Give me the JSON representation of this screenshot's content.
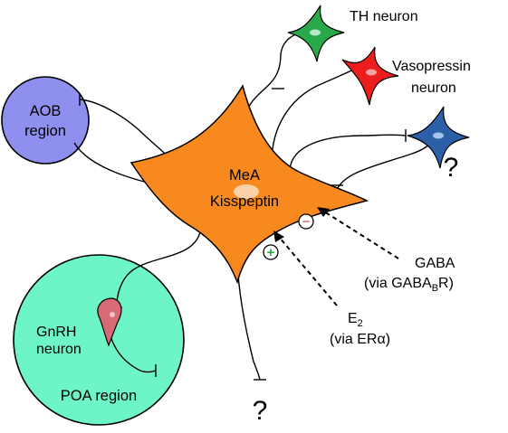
{
  "kisspeptin_cell": {
    "line1": "MeA",
    "line2": "Kisspeptin",
    "color": "#f7891f"
  },
  "aob": {
    "line1": "AOB",
    "line2": "region",
    "color": "#8f8ff0"
  },
  "poa": {
    "label": "POA region",
    "color": "#6ef5c5"
  },
  "gnrh": {
    "line1": "GnRH",
    "line2": "neuron",
    "color": "#d66a75"
  },
  "th": {
    "label": "TH neuron",
    "color": "#29a94a"
  },
  "vasopressin": {
    "line1": "Vasopressin",
    "line2": "neuron",
    "color": "#ee1d1d"
  },
  "unknown_cell": {
    "mark": "?",
    "color": "#2b5fa8"
  },
  "unknown_bottom": {
    "mark": "?"
  },
  "gaba": {
    "line1": "GABA",
    "line2_prefix": "(via GABA",
    "line2_sub": "B",
    "line2_suffix": "R)",
    "sign": "−",
    "sign_color": "#c0392b"
  },
  "estrogen": {
    "main": "E",
    "sub": "2",
    "line2": "(via ERα)",
    "sign": "+",
    "sign_color": "#27a844"
  }
}
